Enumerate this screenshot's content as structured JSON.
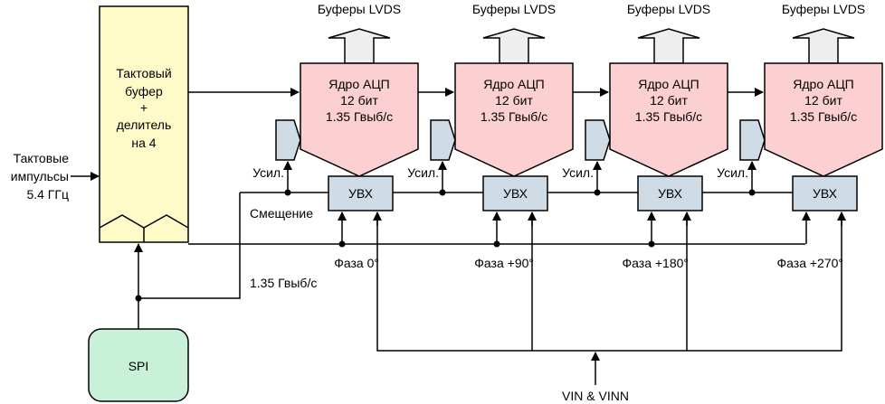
{
  "colors": {
    "clock_buffer_fill": "#fefbc8",
    "adc_core_fill": "#fcd0d0",
    "shc_fill": "#cfdbe5",
    "amp_fill": "#cfdbe5",
    "spi_fill": "#c9f0d8",
    "lvds_arrow_fill": "#eeeeee",
    "line": "#000000"
  },
  "clock_input": {
    "line1": "Тактовые",
    "line2": "импульсы",
    "line3": "5.4 ГГц"
  },
  "clock_buffer": {
    "line1": "Тактовый",
    "line2": "буфер",
    "line3": "+",
    "line4": "делитель",
    "line5": "на 4"
  },
  "spi": {
    "label": "SPI"
  },
  "bias_label": "Смещение",
  "rate_label": "1.35 Гвыб/с",
  "input_label": "VIN & VINN",
  "channels": [
    {
      "lvds": "Буферы LVDS",
      "core_line1": "Ядро АЦП",
      "core_line2": "12 бит",
      "core_line3": "1.35 Гвыб/с",
      "amp": "Усил.",
      "shc": "УВХ",
      "phase": "Фаза 0°"
    },
    {
      "lvds": "Буферы LVDS",
      "core_line1": "Ядро АЦП",
      "core_line2": "12 бит",
      "core_line3": "1.35 Гвыб/с",
      "amp": "Усил.",
      "shc": "УВХ",
      "phase": "Фаза +90°"
    },
    {
      "lvds": "Буферы LVDS",
      "core_line1": "Ядро АЦП",
      "core_line2": "12 бит",
      "core_line3": "1.35 Гвыб/с",
      "amp": "Усил.",
      "shc": "УВХ",
      "phase": "Фаза +180°"
    },
    {
      "lvds": "Буферы LVDS",
      "core_line1": "Ядро АЦП",
      "core_line2": "12 бит",
      "core_line3": "1.35 Гвыб/с",
      "amp": "Усил.",
      "shc": "УВХ",
      "phase": "Фаза +270°"
    }
  ]
}
